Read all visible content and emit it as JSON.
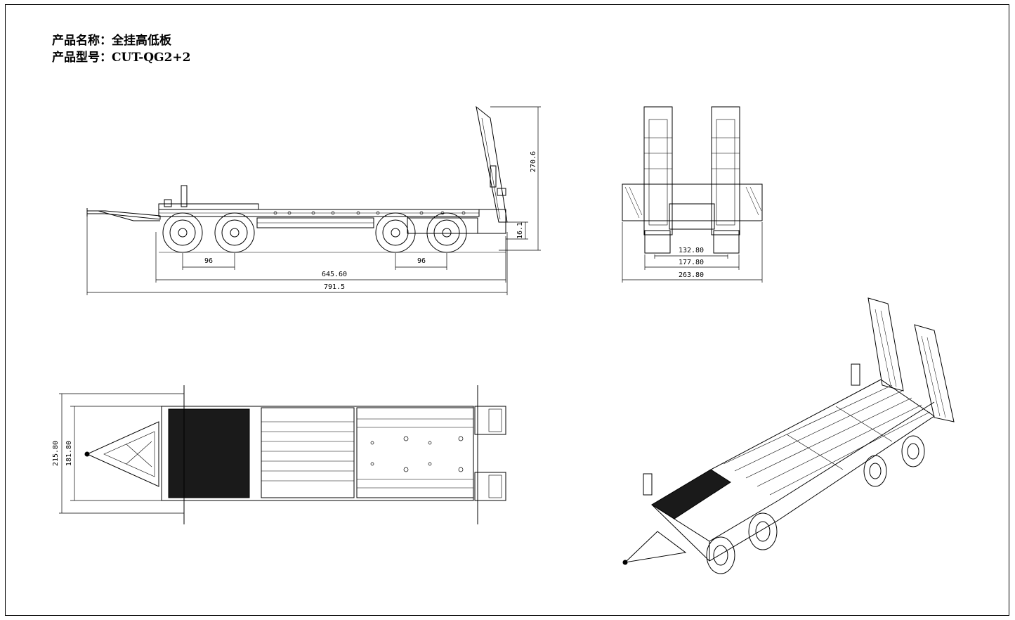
{
  "product": {
    "name_label": "产品名称：",
    "name_value": "全挂高低板",
    "model_label": "产品型号：",
    "model_value": "CUT-QG2+2"
  },
  "dimensions": {
    "side_view": {
      "axle_spacing_front": "96",
      "axle_spacing_rear": "96",
      "body_length": "645.60",
      "overall_length": "791.5",
      "ramp_height": "270.6",
      "deck_height": "16.1"
    },
    "rear_view": {
      "inner_track": "132.80",
      "track_width": "177.80",
      "overall_width": "263.80"
    },
    "top_view": {
      "overall_width": "215.80",
      "frame_width": "181.80"
    }
  },
  "colors": {
    "line": "#000000",
    "background": "#ffffff",
    "deck_mesh": "#1a1a1a"
  }
}
